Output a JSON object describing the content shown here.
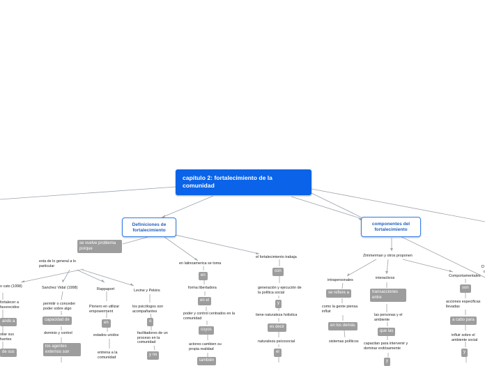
{
  "root": "capitulo 2: fortalecimiento de la comunidad",
  "main": {
    "definiciones": "Definiciones de fortalecimiento",
    "componentes": "componentes del fortalecimiento"
  },
  "left": {
    "proceso_label": "se vuelve problema porque",
    "esta": "esta de lo general a lo particular",
    "cato": "o cato (1998)",
    "sanchez": "Sanchez Vidal (1998)",
    "rappaport": "Rappaport",
    "levine": "Levine y Pekins",
    "fortalecer": "fortalecer a favorecidos",
    "permitir": "permitir o conceder poder sobre algo",
    "pionero": "Pionero en utilizar empowerment",
    "psicologos": "los psicólogos son acompañantes",
    "capacidad": "capacidad de",
    "dominio": "dominio y control",
    "en1": "en",
    "estados": "estados unidos",
    "o": "o",
    "facilitadores": "facilitadores de un proceso en la comunidad",
    "agentes": "los agentes externos son",
    "entrena": "entrena a la comunidad",
    "y_no": "y no",
    "ando": "ando a",
    "ollar": "ollar sus fuertes",
    "de_sus": "de sus"
  },
  "middle": {
    "latino": "en latinoamerica se toma",
    "en2": "en",
    "forma": "forma libertadora",
    "en_el": "en el",
    "poder": "poder y control centrados en la comunidad",
    "cuyos": "cuyos",
    "actores": "actores cambien su propia realidad",
    "tambien": "también",
    "trabaja": "el fortalecimiento trabaja",
    "con": "con",
    "generacion": "generación y ejecución de la política social",
    "y": "y",
    "tiene": "tiene naturaleza holistica",
    "es_decir": "es decir",
    "naturaleza": "naturaleza psicosocial",
    "el": "el"
  },
  "right": {
    "zimmerman": "Zimmerman y otros proponen",
    "intrapersonales": "intrapersonales",
    "interactivos": "interactivos",
    "comportamentales": "Comportamentales",
    "se_refiere": "se refiere a",
    "transacciones": "transacciones entre",
    "son": "son",
    "gente": "como la gente piensa influir",
    "personas": "las personas y el ambiente",
    "acciones": "acciones especificas llevadas",
    "en_los_demas": "en los demás",
    "que_las": "que las",
    "a_cabo": "a cabo para",
    "sistemas": "sistemas políticos",
    "capacitan": "capacitan para intervenir y dominar exitósamente",
    "influir": "influir sobre el ambiente social",
    "y2": "y",
    "d": "D",
    "d2": "d",
    "tail": "y"
  }
}
